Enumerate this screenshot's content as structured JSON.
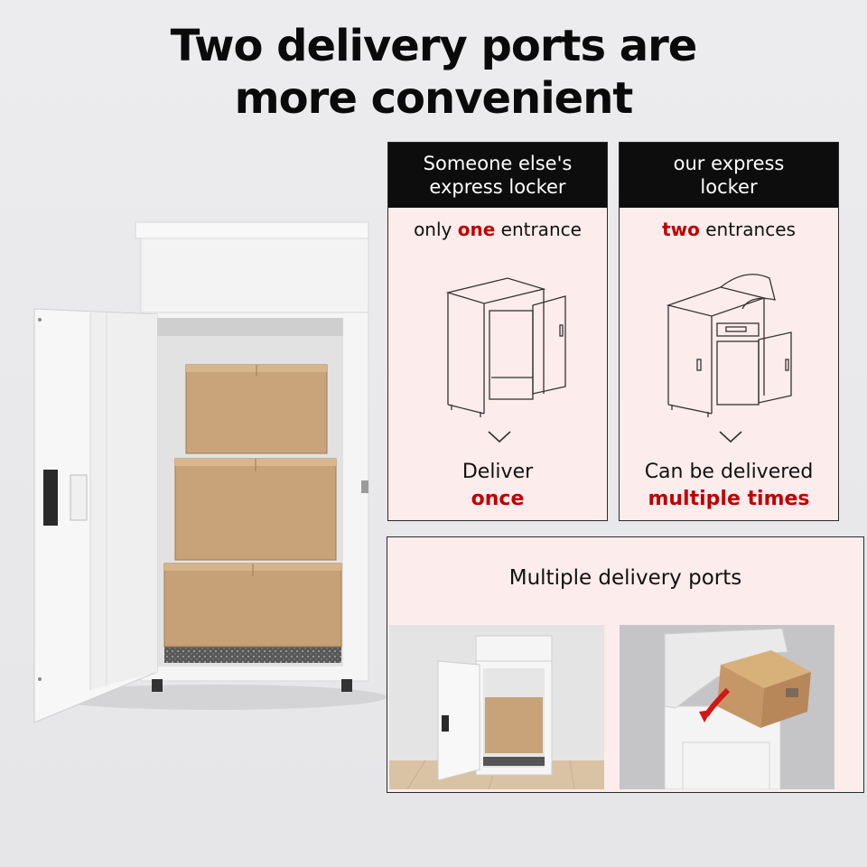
{
  "headline": {
    "line1": "Two delivery ports are",
    "line2": "more convenient"
  },
  "comparison": {
    "left": {
      "header_line1": "Someone else's",
      "header_line2": "express locker",
      "sub_prefix": "only ",
      "sub_highlight": "one",
      "sub_suffix": " entrance",
      "result_prefix": "Deliver ",
      "result_highlight": "once",
      "figure_icon": "single-door-locker-icon"
    },
    "right": {
      "header_line1": "our express",
      "header_line2": "locker",
      "sub_highlight": "two",
      "sub_suffix": " entrances",
      "result_line1": "Can be delivered",
      "result_highlight": "multiple times",
      "figure_icon": "dual-port-locker-icon"
    }
  },
  "ports": {
    "title": "Multiple delivery ports"
  },
  "colors": {
    "accent_red": "#c00000",
    "card_bg": "#fdecec",
    "header_bg": "#0d0d0d",
    "cardboard": "#c9a47b"
  }
}
